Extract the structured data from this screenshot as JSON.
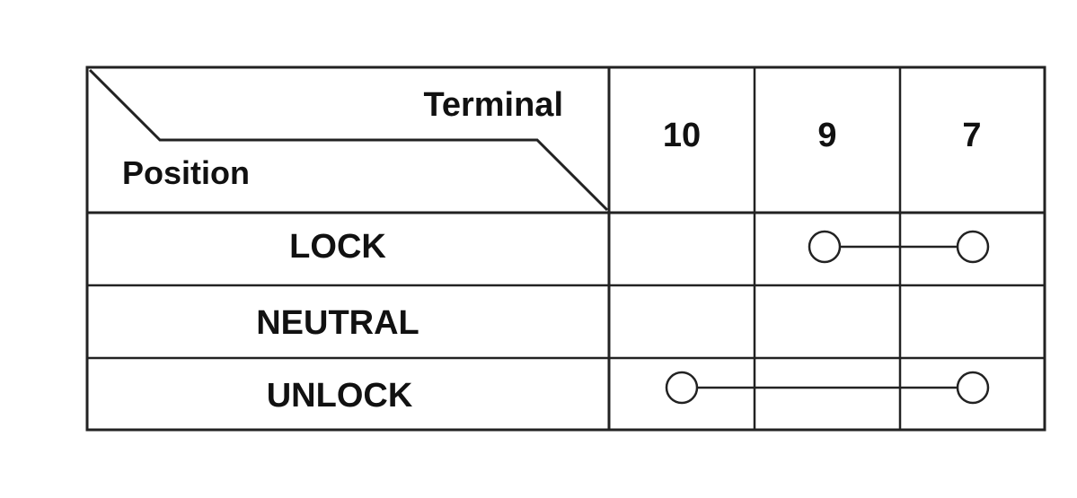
{
  "header": {
    "terminal_label": "Terminal",
    "position_label": "Position"
  },
  "terminals": [
    "10",
    "9",
    "7"
  ],
  "rows": [
    {
      "position": "LOCK",
      "connection": {
        "from": "9",
        "to": "7"
      }
    },
    {
      "position": "NEUTRAL",
      "connection": null
    },
    {
      "position": "UNLOCK",
      "connection": {
        "from": "10",
        "to": "7"
      }
    }
  ],
  "colors": {
    "line": "#222222",
    "background": "#ffffff"
  }
}
